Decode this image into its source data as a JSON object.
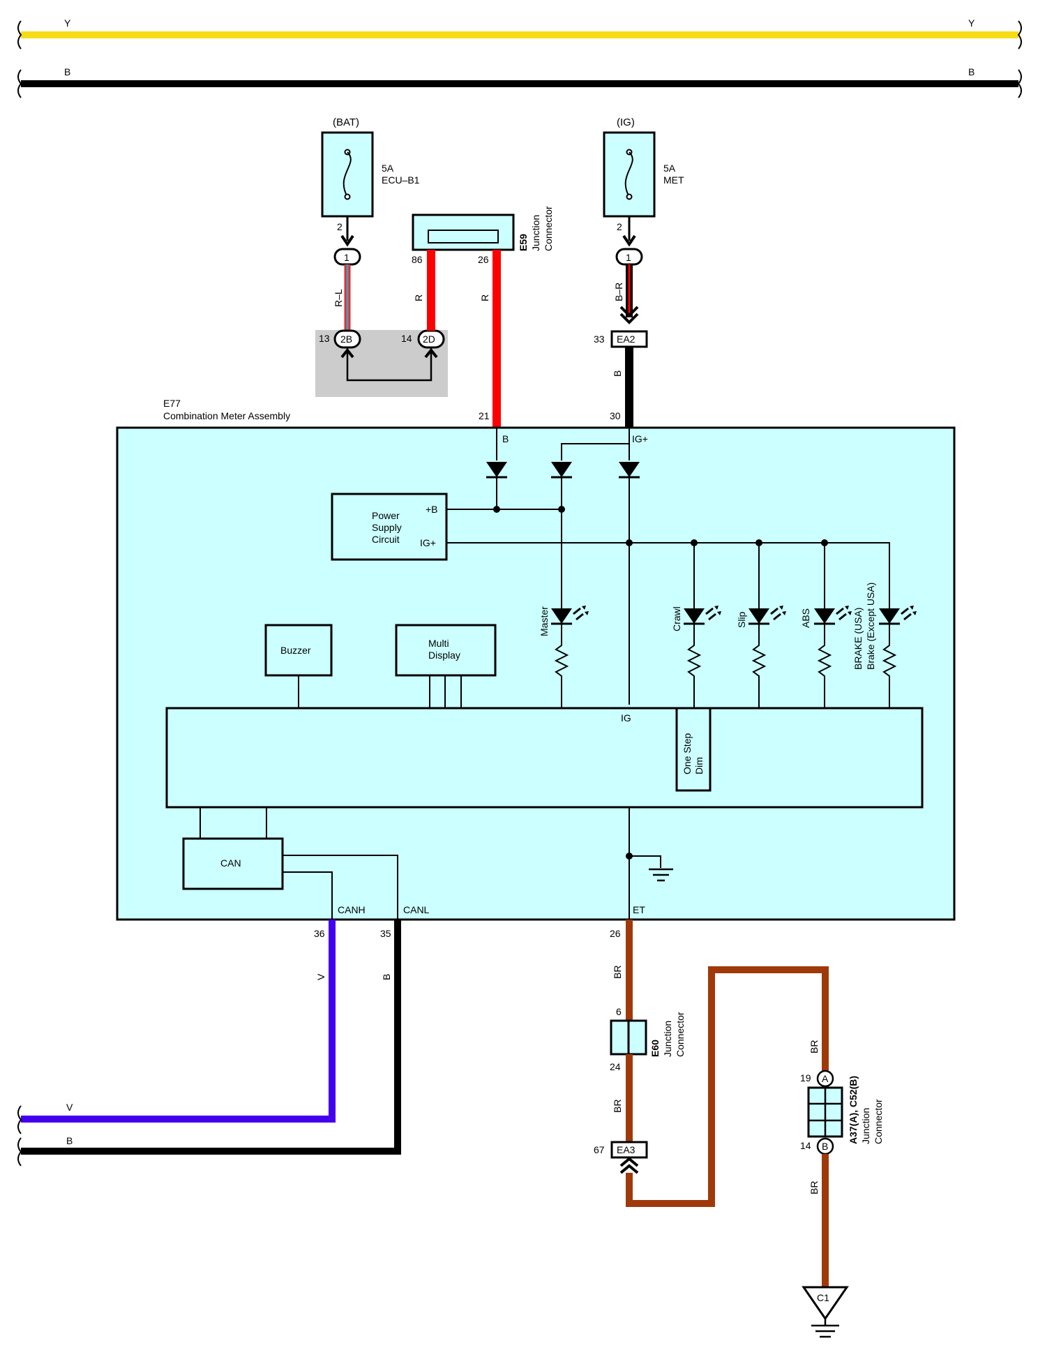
{
  "buses": {
    "y_left": "Y",
    "y_right": "Y",
    "b_left": "B",
    "b_right": "B",
    "v_label": "V",
    "b2_label": "B"
  },
  "fuses": {
    "bat": {
      "source": "(BAT)",
      "rating": "5A",
      "name": "ECU–B1",
      "pin": "2",
      "conn": "1",
      "wire": "R–L"
    },
    "ig": {
      "source": "(IG)",
      "rating": "5A",
      "name": "MET",
      "pin": "2",
      "conn": "1",
      "wire": "B–R"
    }
  },
  "splice": {
    "pin_13": "13",
    "conn_2b": "2B",
    "pin_14": "14",
    "conn_2d": "2D"
  },
  "e59": {
    "id": "E59",
    "line1": "Junction",
    "line2": "Connector",
    "pin_86": "86",
    "pin_26": "26",
    "wire_86": "R",
    "wire_26": "R"
  },
  "ea2": {
    "pin": "33",
    "name": "EA2",
    "wire": "B"
  },
  "e77": {
    "id": "E77",
    "name": "Combination Meter Assembly",
    "pin_21": "21",
    "pin_30": "30",
    "term_b": "B",
    "term_ig": "IG+",
    "psc": {
      "line1": "Power",
      "line2": "Supply",
      "line3": "Circuit",
      "plus_b": "+B",
      "ig_plus": "IG+"
    },
    "buzzer": "Buzzer",
    "multi": {
      "line1": "Multi",
      "line2": "Display"
    },
    "lamps": {
      "master": "Master",
      "crawl": "Crawl",
      "slip": "Slip",
      "abs": "ABS",
      "brake1": "BRAKE (USA)",
      "brake2": "Brake (Except USA)"
    },
    "ig_label": "IG",
    "dim": {
      "line1": "One Step",
      "line2": "Dim"
    },
    "can": "CAN",
    "canh": "CANH",
    "canl": "CANL",
    "et": "ET",
    "pin_36": "36",
    "pin_35": "35",
    "pin_26": "26",
    "wire_v": "V",
    "wire_b": "B"
  },
  "e60": {
    "id": "E60",
    "line1": "Junction",
    "line2": "Connector",
    "pin_6": "6",
    "pin_24": "24",
    "wire_top": "BR",
    "wire_bot": "BR"
  },
  "ea3": {
    "pin": "67",
    "name": "EA3"
  },
  "brown_wire_top": "BR",
  "a37": {
    "id": "A37(A), C52(B)",
    "line1": "Junction",
    "line2": "Connector",
    "pin_19": "19",
    "a": "A",
    "pin_14": "14",
    "b": "B",
    "wire_top": "BR",
    "wire_bot": "BR"
  },
  "ground": "C1",
  "colors": {
    "yellow": "#f5dc17",
    "black": "#000000",
    "red": "#ff0000",
    "violet": "#4400ee",
    "brown": "#a0390a",
    "cyan": "#ccffff",
    "teal": "#40a0c0"
  }
}
